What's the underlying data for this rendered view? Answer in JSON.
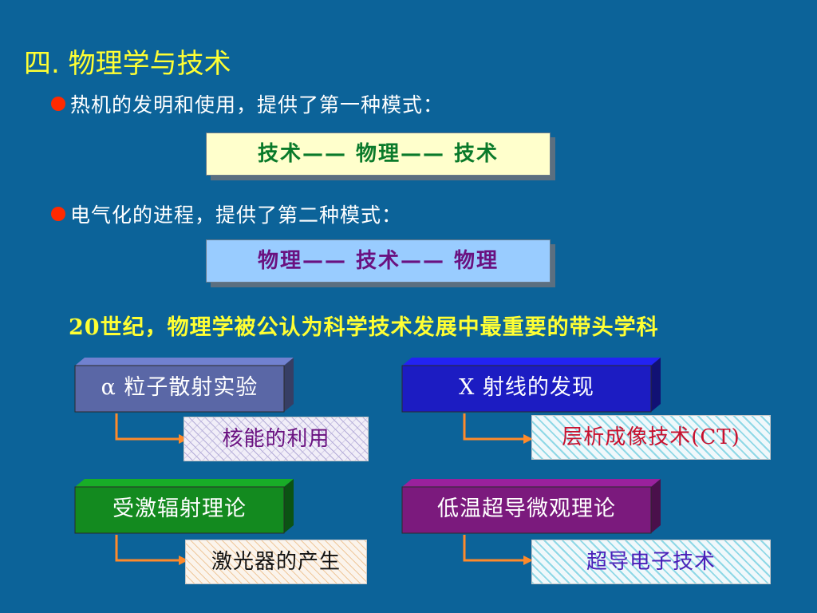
{
  "title": "四. 物理学与技术",
  "bullet1": {
    "text": "热机的发明和使用，提供了第一种模式："
  },
  "mode1": {
    "text": "技术—— 物理—— 技术"
  },
  "bullet2": {
    "text": "电气化的进程，提供了第二种模式："
  },
  "mode2": {
    "text": "物理—— 技术—— 物理"
  },
  "statement": "20世纪，物理学被公认为科学技术发展中最重要的带头学科",
  "blocks": [
    {
      "label": "α 粒子散射实验",
      "result": "核能的利用",
      "color": "#5a67a6",
      "result_color": "#6a1180"
    },
    {
      "label": "X 射线的发现",
      "result": "层析成像技术(CT)",
      "color": "#1c1cc2",
      "result_color": "#c8102e"
    },
    {
      "label": "受激辐射理论",
      "result": "激光器的产生",
      "color": "#138a1f",
      "result_color": "#111111"
    },
    {
      "label": "低温超导微观理论",
      "result": "超导电子技术",
      "color": "#7b1a7d",
      "result_color": "#4a1fb8"
    }
  ],
  "colors": {
    "background": "#0c6399",
    "title": "#ffff33",
    "bullet": "#ff2a00",
    "arrow": "#ff8a2a"
  }
}
